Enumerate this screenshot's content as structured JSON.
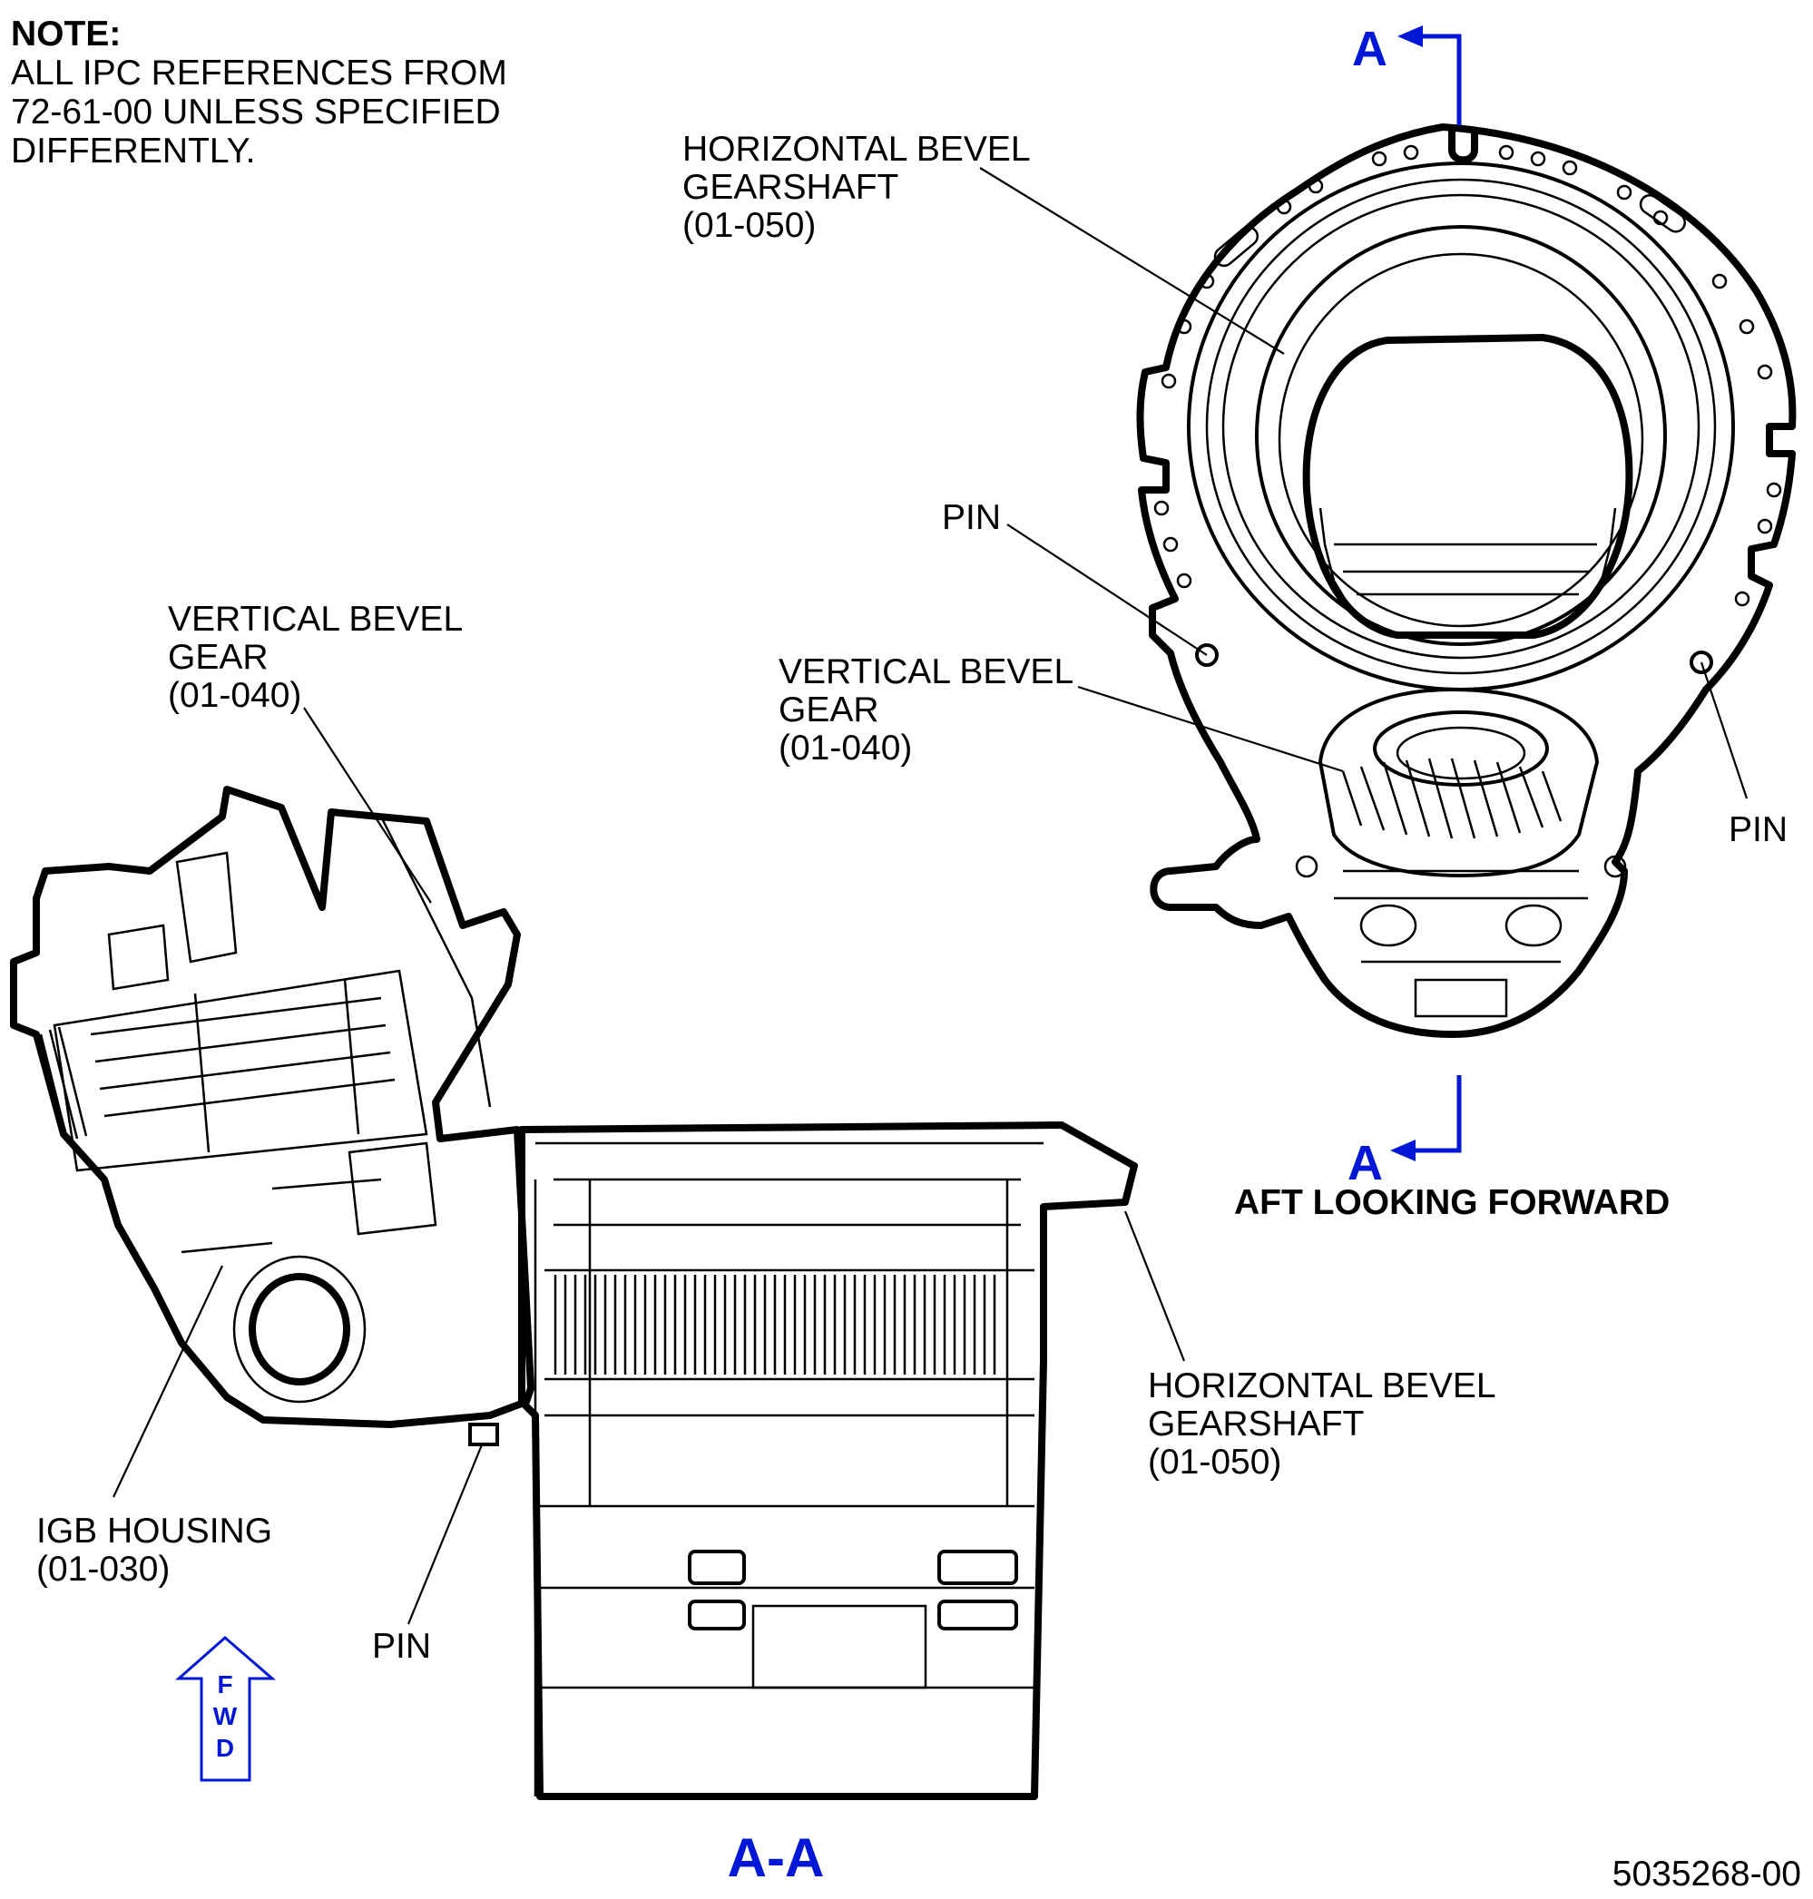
{
  "note": {
    "heading": "NOTE:",
    "lines": [
      "ALL IPC REFERENCES FROM",
      "72-61-00 UNLESS SPECIFIED",
      "DIFFERENTLY."
    ]
  },
  "section_marks": {
    "top_letter": "A",
    "bottom_letter": "A",
    "view_caption": "AFT LOOKING FORWARD",
    "section_title": "A-A"
  },
  "callouts": {
    "horizontal_bevel_gearshaft_top": [
      "HORIZONTAL BEVEL",
      "GEARSHAFT",
      "(01-050)"
    ],
    "pin_upper_left": "PIN",
    "vertical_bevel_gear_right": [
      "VERTICAL BEVEL",
      "GEAR",
      "(01-040)"
    ],
    "pin_right": "PIN",
    "vertical_bevel_gear_left": [
      "VERTICAL BEVEL",
      "GEAR",
      "(01-040)"
    ],
    "horizontal_bevel_gearshaft_bottom": [
      "HORIZONTAL BEVEL",
      "GEARSHAFT",
      "(01-050)"
    ],
    "igb_housing": [
      "IGB HOUSING",
      "(01-030)"
    ],
    "pin_bottom": "PIN"
  },
  "fwd_arrow": [
    "F",
    "W",
    "D"
  ],
  "figure_number": "5035268-00",
  "colors": {
    "section_blue": "#0018d6",
    "line": "#000000"
  }
}
